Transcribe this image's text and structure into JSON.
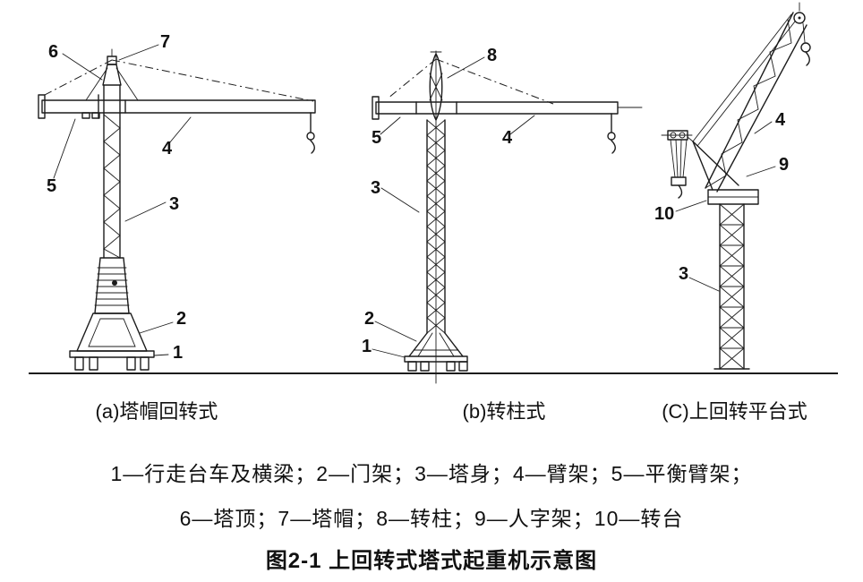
{
  "figure": {
    "cranes": {
      "a": {
        "caption": "(a)塔帽回转式",
        "labels": {
          "l1": "1",
          "l2": "2",
          "l3": "3",
          "l4": "4",
          "l5": "5",
          "l6": "6",
          "l7": "7"
        }
      },
      "b": {
        "caption": "(b)转柱式",
        "labels": {
          "l1": "1",
          "l2": "2",
          "l3": "3",
          "l4": "4",
          "l5": "5",
          "l8": "8"
        }
      },
      "c": {
        "caption": "(C)上回转平台式",
        "labels": {
          "l3": "3",
          "l4": "4",
          "l9": "9",
          "l10": "10"
        }
      }
    },
    "legend": {
      "line1": "1—行走台车及横梁；2—门架；3—塔身；4—臂架；5—平衡臂架；",
      "line2": "6—塔顶；7—塔帽；8—转柱；9—人字架；10—转台"
    },
    "title": "图2-1  上回转式塔式起重机示意图"
  }
}
